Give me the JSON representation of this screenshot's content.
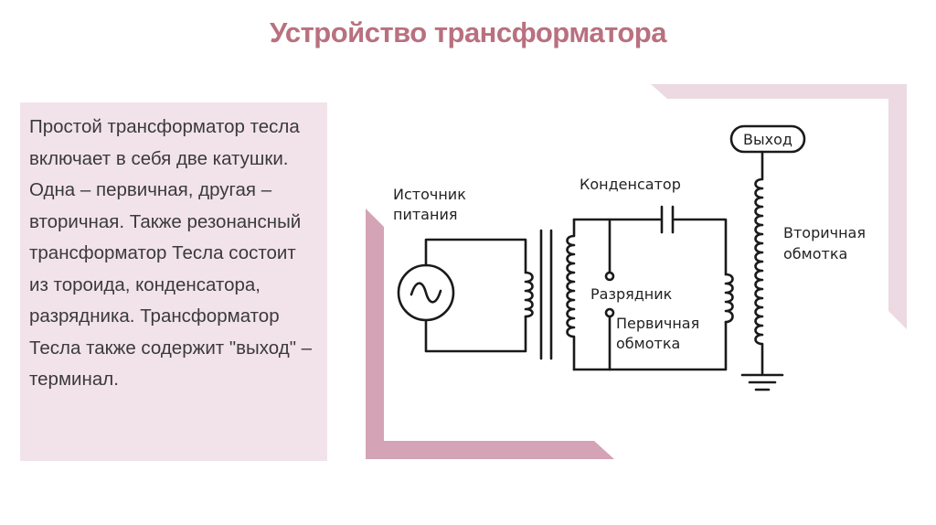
{
  "slide": {
    "title": "Устройство трансформатора",
    "description": "Простой трансформатор тесла включает в себя две катушки. Одна – первичная, другая – вторичная. Также резонансный трансформатор Тесла состоит из тороида, конденсатора, разрядника. Трансформатор Тесла также содержит \"выход\" – терминал."
  },
  "diagram": {
    "source_label_1": "Источник",
    "source_label_2": "питания",
    "capacitor_label": "Конденсатор",
    "spark_gap_label": "Разрядник",
    "primary_label_1": "Первичная",
    "primary_label_2": "обмотка",
    "secondary_label_1": "Вторичная",
    "secondary_label_2": "обмотка",
    "output_label": "Выход"
  },
  "colors": {
    "title": "#b9707f",
    "panel_bg": "#f2e3ea",
    "accent_dark": "#d4a3b6",
    "accent_light": "#ecd9e1",
    "wire": "#1a1a1a"
  }
}
